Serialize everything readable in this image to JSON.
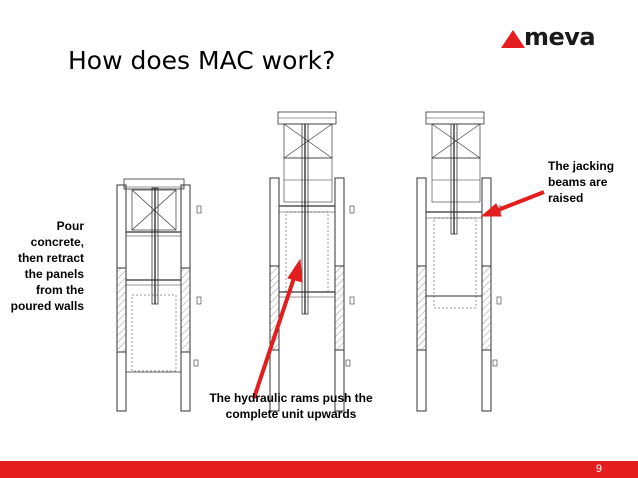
{
  "title": "How does MAC work?",
  "logo": {
    "text": "meva"
  },
  "notes": {
    "left": "Pour concrete, then retract the panels from the poured walls",
    "right": "The jacking beams are raised",
    "bottom": "The hydraulic rams push the complete unit upwards"
  },
  "colors": {
    "accent": "#e41e1e",
    "line": "#333333"
  },
  "page_number": "9"
}
